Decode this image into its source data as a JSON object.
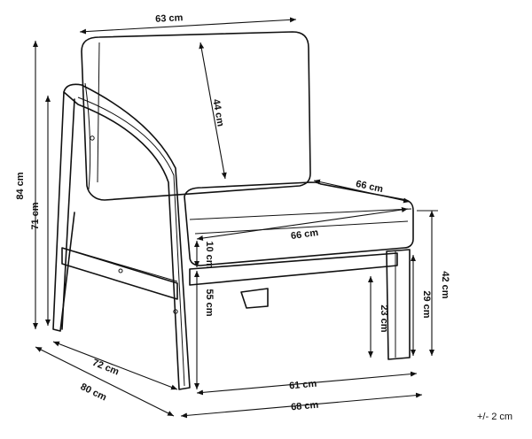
{
  "dimensions": {
    "top_width": "63 cm",
    "back_height": "44 cm",
    "seat_depth": "66 cm",
    "seat_width": "66 cm",
    "total_height": "84 cm",
    "arm_height": "71 cm",
    "cushion_thickness": "10 cm",
    "seat_height": "55 cm",
    "seat_front_height": "42 cm",
    "frame_height": "29 cm",
    "clearance": "23 cm",
    "side_depth_inner": "72 cm",
    "side_depth_outer": "80 cm",
    "front_width_inner": "61 cm",
    "front_width_outer": "68 cm"
  },
  "tolerance": "+/- 2 cm"
}
